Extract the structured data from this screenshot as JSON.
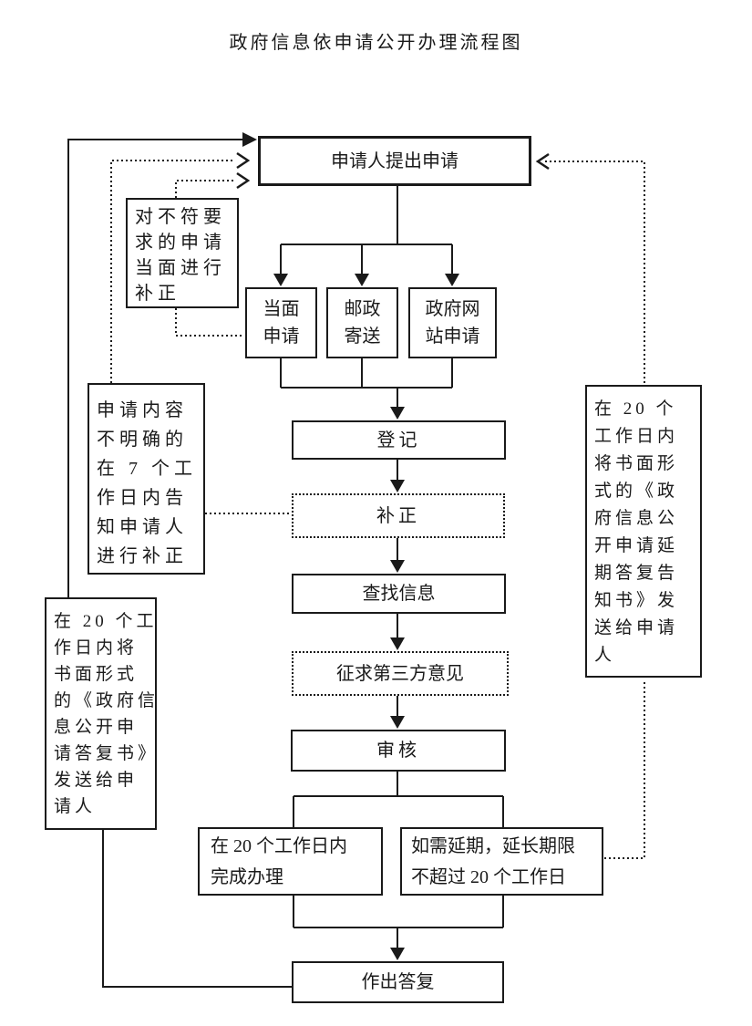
{
  "title": "政府信息依申请公开办理流程图",
  "nodes": {
    "apply": "申请人提出申请",
    "inperson": [
      "当面",
      "申请"
    ],
    "mail": [
      "邮政",
      "寄送"
    ],
    "website": [
      "政府网",
      "站申请"
    ],
    "register": "登记",
    "correction": "补正",
    "search": "查找信息",
    "thirdparty": "征求第三方意见",
    "review": "审核",
    "complete": [
      "在 20 个工作日内",
      "完成办理"
    ],
    "extend": [
      "如需延期，延长期限",
      "不超过 20 个工作日"
    ],
    "reply": "作出答复"
  },
  "notes": {
    "onsite_fix": [
      "对不符要",
      "求的申请",
      "当面进行",
      "补正"
    ],
    "unclear": [
      "申请内容",
      "不明确的",
      "在 7 个工",
      "作日内告",
      "知申请人",
      "进行补正"
    ],
    "reply_letter": [
      "在 20 个工",
      "作日内将",
      "书面形式",
      "的《政府信",
      "息公开申",
      "请答复书》",
      "发送给申",
      "请人"
    ],
    "extend_letter": [
      "在 20 个",
      "工作日内",
      "将书面形",
      "式的《政",
      "府信息公",
      "开申请延",
      "期答复告",
      "知书》发",
      "送给申请",
      "人"
    ]
  },
  "colors": {
    "line": "#1a1a1a",
    "text": "#1a1a1a",
    "background": "#ffffff"
  }
}
